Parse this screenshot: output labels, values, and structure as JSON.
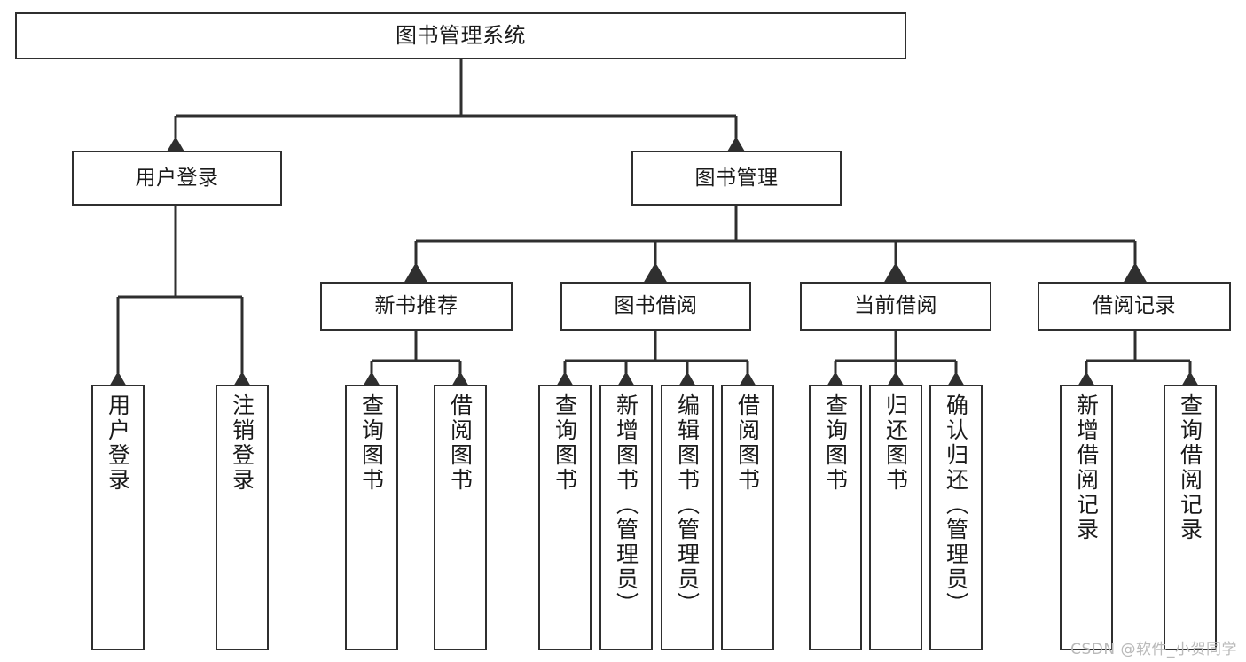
{
  "diagram": {
    "kind": "tree-flowchart",
    "root": {
      "id": "root",
      "label": "图书管理系统"
    },
    "level1": [
      {
        "id": "user-login",
        "label": "用户登录"
      },
      {
        "id": "book-manage",
        "label": "图书管理"
      }
    ],
    "level2": [
      {
        "id": "new-book-recommend",
        "label": "新书推荐",
        "parent": "book-manage"
      },
      {
        "id": "book-borrow",
        "label": "图书借阅",
        "parent": "book-manage"
      },
      {
        "id": "current-borrow",
        "label": "当前借阅",
        "parent": "book-manage"
      },
      {
        "id": "borrow-record",
        "label": "借阅记录",
        "parent": "book-manage"
      }
    ],
    "leaves": [
      {
        "id": "leaf-user-login",
        "label": "用户登录",
        "parent": "user-login"
      },
      {
        "id": "leaf-logout",
        "label": "注销登录",
        "parent": "user-login"
      },
      {
        "id": "leaf-query-book-1",
        "label": "查询图书",
        "parent": "new-book-recommend"
      },
      {
        "id": "leaf-borrow-book-1",
        "label": "借阅图书",
        "parent": "new-book-recommend"
      },
      {
        "id": "leaf-query-book-2",
        "label": "查询图书",
        "parent": "book-borrow"
      },
      {
        "id": "leaf-add-book",
        "label": "新增图书（管理员）",
        "parent": "book-borrow"
      },
      {
        "id": "leaf-edit-book",
        "label": "编辑图书（管理员）",
        "parent": "book-borrow"
      },
      {
        "id": "leaf-borrow-book-2",
        "label": "借阅图书",
        "parent": "book-borrow"
      },
      {
        "id": "leaf-query-book-3",
        "label": "查询图书",
        "parent": "current-borrow"
      },
      {
        "id": "leaf-return-book",
        "label": "归还图书",
        "parent": "current-borrow"
      },
      {
        "id": "leaf-confirm-return",
        "label": "确认归还（管理员）",
        "parent": "current-borrow"
      },
      {
        "id": "leaf-add-record",
        "label": "新增借阅记录",
        "parent": "borrow-record"
      },
      {
        "id": "leaf-query-record",
        "label": "查询借阅记录",
        "parent": "borrow-record"
      }
    ],
    "colors": {
      "stroke": "#2f2f2f",
      "fill": "#ffffff",
      "text": "#1a1a1a",
      "watermark": "#b9b9b9"
    }
  },
  "watermark": {
    "text": "CSDN @软件_小贺同学"
  }
}
